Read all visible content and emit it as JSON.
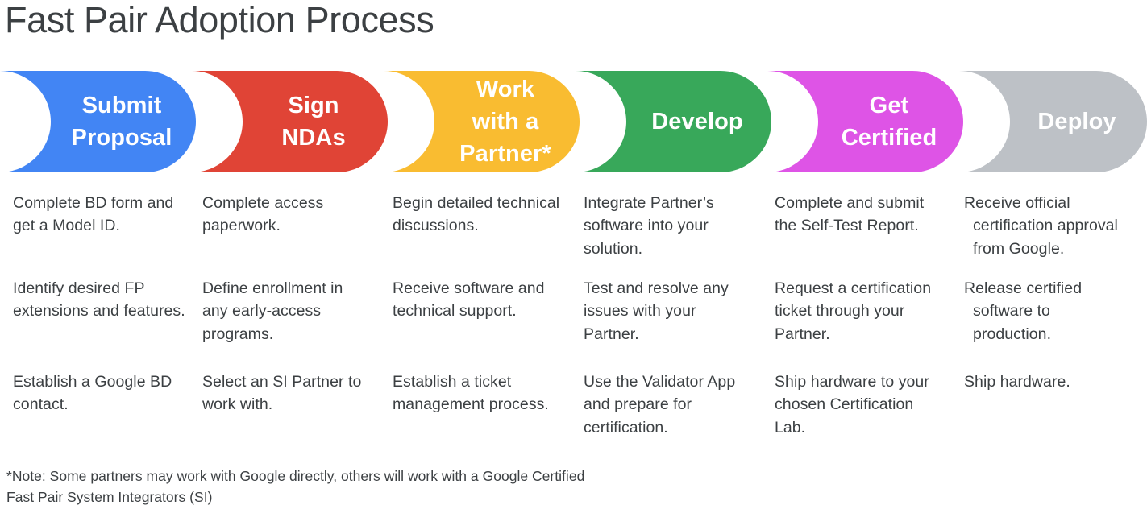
{
  "header": {
    "title": "Fast Pair Adoption Process"
  },
  "colors": {
    "submit_proposal": "#4285F4",
    "sign_ndas": "#E04436",
    "work_with_a_partner": "#F9BC31",
    "develop": "#38A85A",
    "get_certified": "#DE54E6",
    "deploy": "#BDC1C6",
    "title_text": "#3C4043",
    "body_text": "#3C4043",
    "banner_text": "#FFFFFF",
    "background": "#FFFFFF"
  },
  "stages": [
    {
      "id": "submit-proposal",
      "label": "Submit\nProposal",
      "color": "#4285F4",
      "bullets": [
        "Complete BD form and get a Model ID.",
        "Identify desired FP extensions and features.",
        "Establish a Google BD contact."
      ]
    },
    {
      "id": "sign-ndas",
      "label": "Sign\nNDAs",
      "color": "#E04436",
      "bullets": [
        "Complete access paperwork.",
        "Define enrollment in any early-access programs.",
        "Select an SI Partner to work with."
      ]
    },
    {
      "id": "work-with-a-partner",
      "label": "Work\nwith a\nPartner*",
      "color": "#F9BC31",
      "bullets": [
        "Begin detailed technical discussions.",
        "Receive software and technical support.",
        "Establish a ticket management process."
      ]
    },
    {
      "id": "develop",
      "label": "Develop",
      "color": "#38A85A",
      "bullets": [
        "Integrate Partner’s software into your solution.",
        "Test and resolve any issues with your Partner.",
        "Use the Validator App and prepare for certification."
      ]
    },
    {
      "id": "get-certified",
      "label": "Get\nCertified",
      "color": "#DE54E6",
      "bullets": [
        "Complete and submit the Self-Test Report.",
        "Request a certification ticket through your Partner.",
        "Ship hardware to your chosen Certification Lab."
      ]
    },
    {
      "id": "deploy",
      "label": "Deploy",
      "color": "#BDC1C6",
      "bullets": [
        "Receive official certification approval from Google.",
        "Release certified software to production.",
        "Ship hardware."
      ]
    }
  ],
  "footnote": {
    "text": "*Note: Some partners may work with Google directly, others will work with a Google Certified Fast Pair System Integrators (SI)"
  }
}
